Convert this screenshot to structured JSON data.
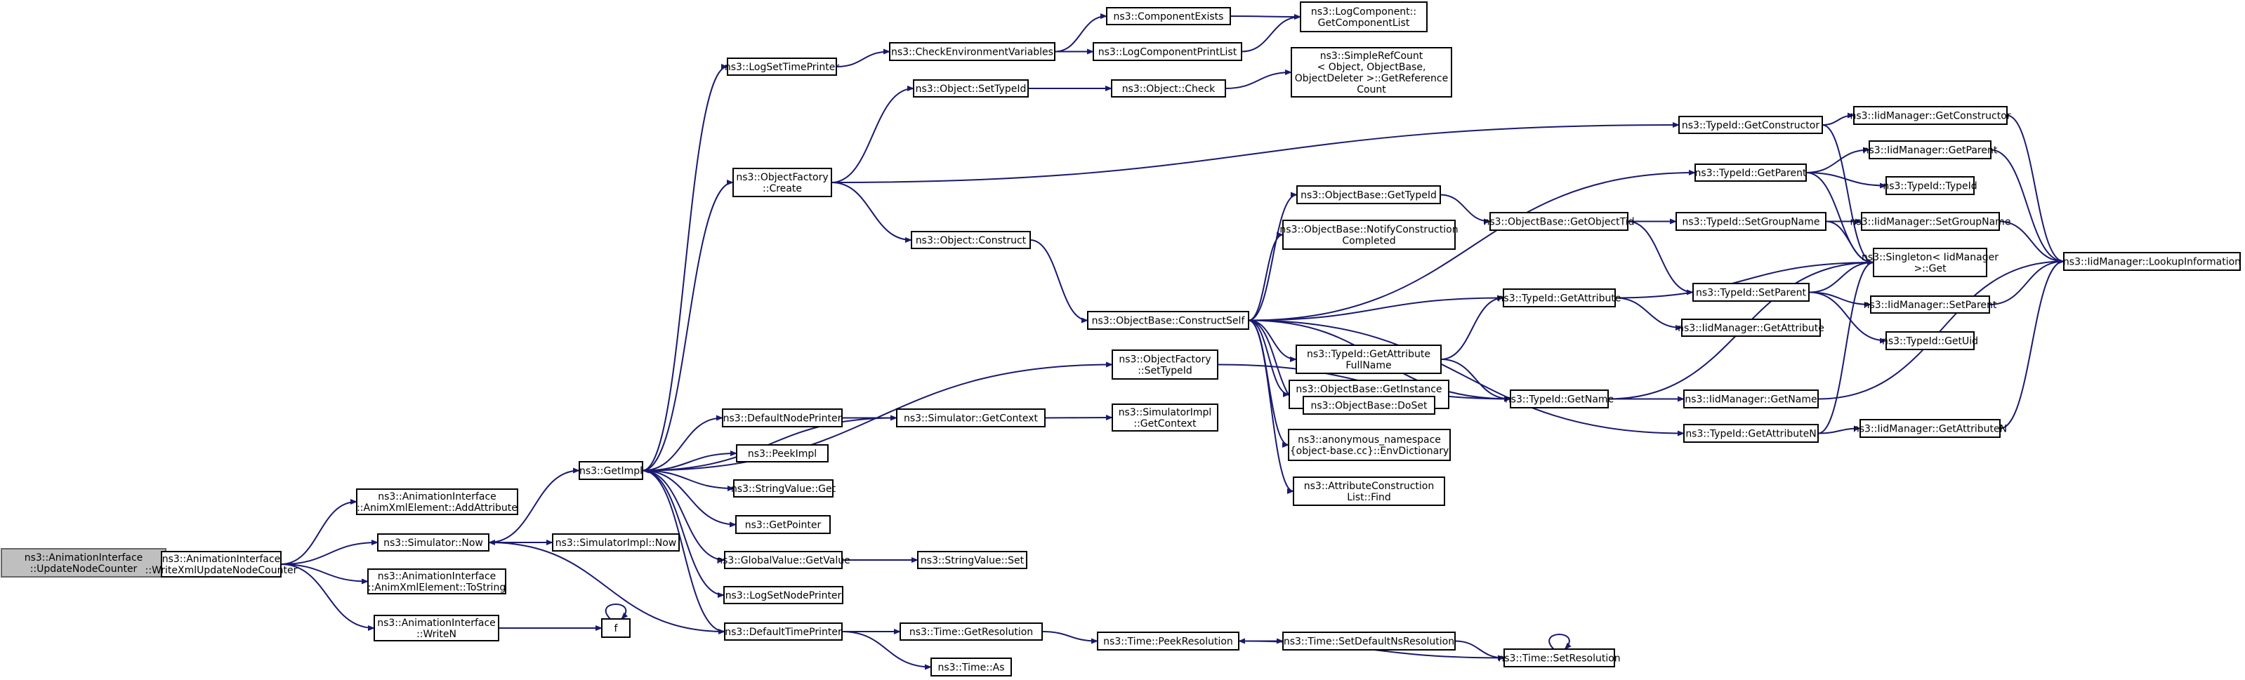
{
  "graph": {
    "title": "",
    "nodes": [
      {
        "id": "root",
        "lines": [
          "ns3::AnimationInterface",
          "::UpdateNodeCounter"
        ],
        "root": true
      },
      {
        "id": "writexml",
        "lines": [
          "ns3::AnimationInterface",
          "::WriteXmlUpdateNodeCounter"
        ]
      },
      {
        "id": "addattr",
        "lines": [
          "ns3::AnimationInterface",
          "::AnimXmlElement::AddAttribute"
        ]
      },
      {
        "id": "simnow",
        "lines": [
          "ns3::Simulator::Now"
        ]
      },
      {
        "id": "tostring",
        "lines": [
          "ns3::AnimationInterface",
          "::AnimXmlElement::ToString"
        ]
      },
      {
        "id": "writen",
        "lines": [
          "ns3::AnimationInterface",
          "::WriteN"
        ]
      },
      {
        "id": "f",
        "lines": [
          "f"
        ]
      },
      {
        "id": "getimpl",
        "lines": [
          "ns3::GetImpl"
        ]
      },
      {
        "id": "simimplnow",
        "lines": [
          "ns3::SimulatorImpl::Now"
        ]
      },
      {
        "id": "logsettime",
        "lines": [
          "ns3::LogSetTimePrinter"
        ]
      },
      {
        "id": "objfactcreate",
        "lines": [
          "ns3::ObjectFactory",
          "::Create"
        ]
      },
      {
        "id": "defnode",
        "lines": [
          "ns3::DefaultNodePrinter"
        ]
      },
      {
        "id": "peekimpl",
        "lines": [
          "ns3::PeekImpl"
        ]
      },
      {
        "id": "strvalget",
        "lines": [
          "ns3::StringValue::Get"
        ]
      },
      {
        "id": "getpointer",
        "lines": [
          "ns3::GetPointer"
        ]
      },
      {
        "id": "globalget",
        "lines": [
          "ns3::GlobalValue::GetValue"
        ]
      },
      {
        "id": "logsetnode",
        "lines": [
          "ns3::LogSetNodePrinter"
        ]
      },
      {
        "id": "deftime",
        "lines": [
          "ns3::DefaultTimePrinter"
        ]
      },
      {
        "id": "checkenv",
        "lines": [
          "ns3::CheckEnvironmentVariables"
        ]
      },
      {
        "id": "objsettypeid",
        "lines": [
          "ns3::Object::SetTypeId"
        ]
      },
      {
        "id": "objconstruct",
        "lines": [
          "ns3::Object::Construct"
        ]
      },
      {
        "id": "simgetctx",
        "lines": [
          "ns3::Simulator::GetContext"
        ]
      },
      {
        "id": "strvalset",
        "lines": [
          "ns3::StringValue::Set"
        ]
      },
      {
        "id": "timegetres",
        "lines": [
          "ns3::Time::GetResolution"
        ]
      },
      {
        "id": "timeas",
        "lines": [
          "ns3::Time::As"
        ]
      },
      {
        "id": "compexists",
        "lines": [
          "ns3::ComponentExists"
        ]
      },
      {
        "id": "logcompprint",
        "lines": [
          "ns3::LogComponentPrintList"
        ]
      },
      {
        "id": "objcheck",
        "lines": [
          "ns3::Object::Check"
        ]
      },
      {
        "id": "constructself",
        "lines": [
          "ns3::ObjectBase::ConstructSelf"
        ]
      },
      {
        "id": "objfactsettid",
        "lines": [
          "ns3::ObjectFactory",
          "::SetTypeId"
        ]
      },
      {
        "id": "simimplgetctx",
        "lines": [
          "ns3::SimulatorImpl",
          "::GetContext"
        ]
      },
      {
        "id": "peekres",
        "lines": [
          "ns3::Time::PeekResolution"
        ]
      },
      {
        "id": "getcomplist",
        "lines": [
          "ns3::LogComponent::",
          "GetComponentList"
        ]
      },
      {
        "id": "simplerefcount",
        "lines": [
          "ns3::SimpleRefCount",
          "< Object, ObjectBase,",
          "ObjectDeleter >::GetReference",
          "Count"
        ]
      },
      {
        "id": "objbasegettid",
        "lines": [
          "ns3::ObjectBase::GetTypeId"
        ]
      },
      {
        "id": "notifyconstr",
        "lines": [
          "ns3::ObjectBase::NotifyConstruction",
          "Completed"
        ]
      },
      {
        "id": "tidgetattrfull",
        "lines": [
          "ns3::TypeId::GetAttribute",
          "FullName"
        ]
      },
      {
        "id": "getinsttid",
        "lines": [
          "ns3::ObjectBase::GetInstance",
          "TypeId"
        ]
      },
      {
        "id": "doset",
        "lines": [
          "ns3::ObjectBase::DoSet"
        ]
      },
      {
        "id": "envdict",
        "lines": [
          "ns3::anonymous_namespace",
          "{object-base.cc}::EnvDictionary"
        ]
      },
      {
        "id": "attrconstr",
        "lines": [
          "ns3::AttributeConstruction",
          "List::Find"
        ]
      },
      {
        "id": "settimedefres",
        "lines": [
          "ns3::Time::SetDefaultNsResolution"
        ]
      },
      {
        "id": "getobjtid",
        "lines": [
          "ns3::ObjectBase::GetObjectTid"
        ]
      },
      {
        "id": "tidgetattr",
        "lines": [
          "ns3::TypeId::GetAttribute"
        ]
      },
      {
        "id": "tidgetname",
        "lines": [
          "ns3::TypeId::GetName"
        ]
      },
      {
        "id": "timesetres",
        "lines": [
          "ns3::Time::SetResolution"
        ]
      },
      {
        "id": "tidgetconstr",
        "lines": [
          "ns3::TypeId::GetConstructor"
        ]
      },
      {
        "id": "tidgetparent",
        "lines": [
          "ns3::TypeId::GetParent"
        ]
      },
      {
        "id": "tidsetgroup",
        "lines": [
          "ns3::TypeId::SetGroupName"
        ]
      },
      {
        "id": "tidsetparent",
        "lines": [
          "ns3::TypeId::SetParent"
        ]
      },
      {
        "id": "iidgetattr",
        "lines": [
          "ns3::IidManager::GetAttribute"
        ]
      },
      {
        "id": "iidgetname",
        "lines": [
          "ns3::IidManager::GetName"
        ]
      },
      {
        "id": "tidgetattrn",
        "lines": [
          "ns3::TypeId::GetAttributeN"
        ]
      },
      {
        "id": "iidgetconstr",
        "lines": [
          "ns3::IidManager::GetConstructor"
        ]
      },
      {
        "id": "iidgetparent",
        "lines": [
          "ns3::IidManager::GetParent"
        ]
      },
      {
        "id": "tidtid",
        "lines": [
          "ns3::TypeId::TypeId"
        ]
      },
      {
        "id": "iidsetgroup",
        "lines": [
          "ns3::IidManager::SetGroupName"
        ]
      },
      {
        "id": "singletonget",
        "lines": [
          "ns3::Singleton< IidManager",
          ">::Get"
        ]
      },
      {
        "id": "iidsetparent",
        "lines": [
          "ns3::IidManager::SetParent"
        ]
      },
      {
        "id": "tidgetuid",
        "lines": [
          "ns3::TypeId::GetUid"
        ]
      },
      {
        "id": "iidgetattrn",
        "lines": [
          "ns3::IidManager::GetAttributeN"
        ]
      },
      {
        "id": "lookupinfo",
        "lines": [
          "ns3::IidManager::LookupInformation"
        ]
      }
    ],
    "edges": [
      [
        "root",
        "writexml"
      ],
      [
        "writexml",
        "addattr"
      ],
      [
        "writexml",
        "simnow"
      ],
      [
        "writexml",
        "tostring"
      ],
      [
        "writexml",
        "writen"
      ],
      [
        "simnow",
        "getimpl"
      ],
      [
        "simnow",
        "simimplnow"
      ],
      [
        "writen",
        "f"
      ],
      [
        "f",
        "f"
      ],
      [
        "getimpl",
        "logsettime"
      ],
      [
        "getimpl",
        "objfactcreate"
      ],
      [
        "getimpl",
        "objfactsettid"
      ],
      [
        "getimpl",
        "defnode"
      ],
      [
        "getimpl",
        "peekimpl"
      ],
      [
        "getimpl",
        "strvalget"
      ],
      [
        "getimpl",
        "getpointer"
      ],
      [
        "getimpl",
        "globalget"
      ],
      [
        "getimpl",
        "logsetnode"
      ],
      [
        "getimpl",
        "deftime"
      ],
      [
        "simgetctx",
        "getimpl"
      ],
      [
        "deftime",
        "simnow"
      ],
      [
        "logsettime",
        "checkenv"
      ],
      [
        "checkenv",
        "compexists"
      ],
      [
        "checkenv",
        "logcompprint"
      ],
      [
        "compexists",
        "getcomplist"
      ],
      [
        "logcompprint",
        "getcomplist"
      ],
      [
        "objfactcreate",
        "objsettypeid"
      ],
      [
        "objfactcreate",
        "objconstruct"
      ],
      [
        "objfactcreate",
        "tidgetconstr"
      ],
      [
        "objsettypeid",
        "objcheck"
      ],
      [
        "objcheck",
        "simplerefcount"
      ],
      [
        "objconstruct",
        "constructself"
      ],
      [
        "constructself",
        "objbasegettid"
      ],
      [
        "constructself",
        "notifyconstr"
      ],
      [
        "constructself",
        "tidgetattr"
      ],
      [
        "constructself",
        "tidgetattrfull"
      ],
      [
        "constructself",
        "getinsttid"
      ],
      [
        "constructself",
        "doset"
      ],
      [
        "constructself",
        "envdict"
      ],
      [
        "constructself",
        "attrconstr"
      ],
      [
        "constructself",
        "tidgetname"
      ],
      [
        "constructself",
        "tidgetparent"
      ],
      [
        "constructself",
        "tidgetattrn"
      ],
      [
        "objfactsettid",
        "tidgetname"
      ],
      [
        "defnode",
        "simgetctx"
      ],
      [
        "simgetctx",
        "simimplgetctx"
      ],
      [
        "globalget",
        "strvalset"
      ],
      [
        "deftime",
        "timegetres"
      ],
      [
        "deftime",
        "timeas"
      ],
      [
        "timegetres",
        "peekres"
      ],
      [
        "peekres",
        "settimedefres"
      ],
      [
        "settimedefres",
        "timesetres"
      ],
      [
        "timesetres",
        "peekres"
      ],
      [
        "timesetres",
        "timesetres"
      ],
      [
        "objbasegettid",
        "getobjtid"
      ],
      [
        "getobjtid",
        "tidsetgroup"
      ],
      [
        "getobjtid",
        "tidsetparent"
      ],
      [
        "tidgetattrfull",
        "tidgetattr"
      ],
      [
        "tidgetattrfull",
        "tidgetname"
      ],
      [
        "tidgetattr",
        "singletonget"
      ],
      [
        "tidgetattr",
        "iidgetattr"
      ],
      [
        "tidgetname",
        "singletonget"
      ],
      [
        "tidgetname",
        "iidgetname"
      ],
      [
        "tidgetconstr",
        "iidgetconstr"
      ],
      [
        "tidgetconstr",
        "singletonget"
      ],
      [
        "tidgetparent",
        "iidgetparent"
      ],
      [
        "tidgetparent",
        "tidtid"
      ],
      [
        "tidgetparent",
        "singletonget"
      ],
      [
        "tidsetgroup",
        "iidsetgroup"
      ],
      [
        "tidsetgroup",
        "singletonget"
      ],
      [
        "tidsetparent",
        "singletonget"
      ],
      [
        "tidsetparent",
        "iidsetparent"
      ],
      [
        "tidsetparent",
        "tidgetuid"
      ],
      [
        "tidgetattrn",
        "singletonget"
      ],
      [
        "tidgetattrn",
        "iidgetattrn"
      ],
      [
        "iidgetconstr",
        "lookupinfo"
      ],
      [
        "iidgetparent",
        "lookupinfo"
      ],
      [
        "iidsetgroup",
        "lookupinfo"
      ],
      [
        "iidsetparent",
        "lookupinfo"
      ],
      [
        "iidgetname",
        "lookupinfo"
      ],
      [
        "iidgetattrn",
        "lookupinfo"
      ]
    ]
  }
}
